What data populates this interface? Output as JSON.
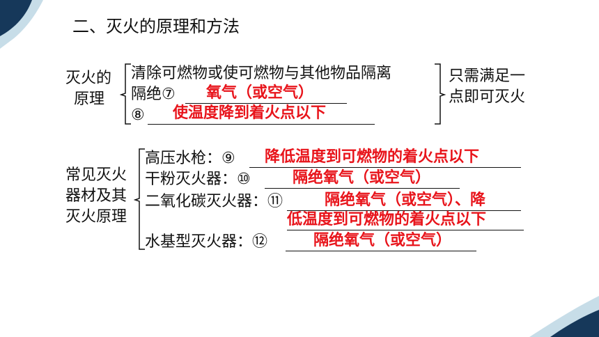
{
  "title": "二、灭火的原理和方法",
  "principle": {
    "label_line1": "灭火的",
    "label_line2": "原理",
    "item1": "清除可燃物或使可燃物与其他物品隔离",
    "item2_prefix": "隔绝⑦",
    "item2_answer": "氧气（或空气）",
    "item3_prefix": "⑧",
    "item3_answer": "使温度降到着火点以下",
    "note_line1": "只需满足一",
    "note_line2": "点即可灭火"
  },
  "equipment": {
    "label_line1": "常见灭火",
    "label_line2": "器材及其",
    "label_line3": "灭火原理",
    "item1_prefix": "高压水枪：⑨",
    "item1_answer": "降低温度到可燃物的着火点以下",
    "item2_prefix": "干粉灭火器：⑩",
    "item2_answer": "隔绝氧气（或空气）",
    "item3_prefix": "二氧化碳灭火器：⑪",
    "item3_answer_line1": "隔绝氧气（或空气）、降",
    "item3_answer_line2": "低温度到可燃物的着火点以下",
    "item4_prefix": "水基型灭火器：⑫",
    "item4_answer": "隔绝氧气（或空气）"
  },
  "colors": {
    "answer": "#e8141b",
    "accent_dark": "#16385a",
    "accent_light": "#c7dde8"
  }
}
